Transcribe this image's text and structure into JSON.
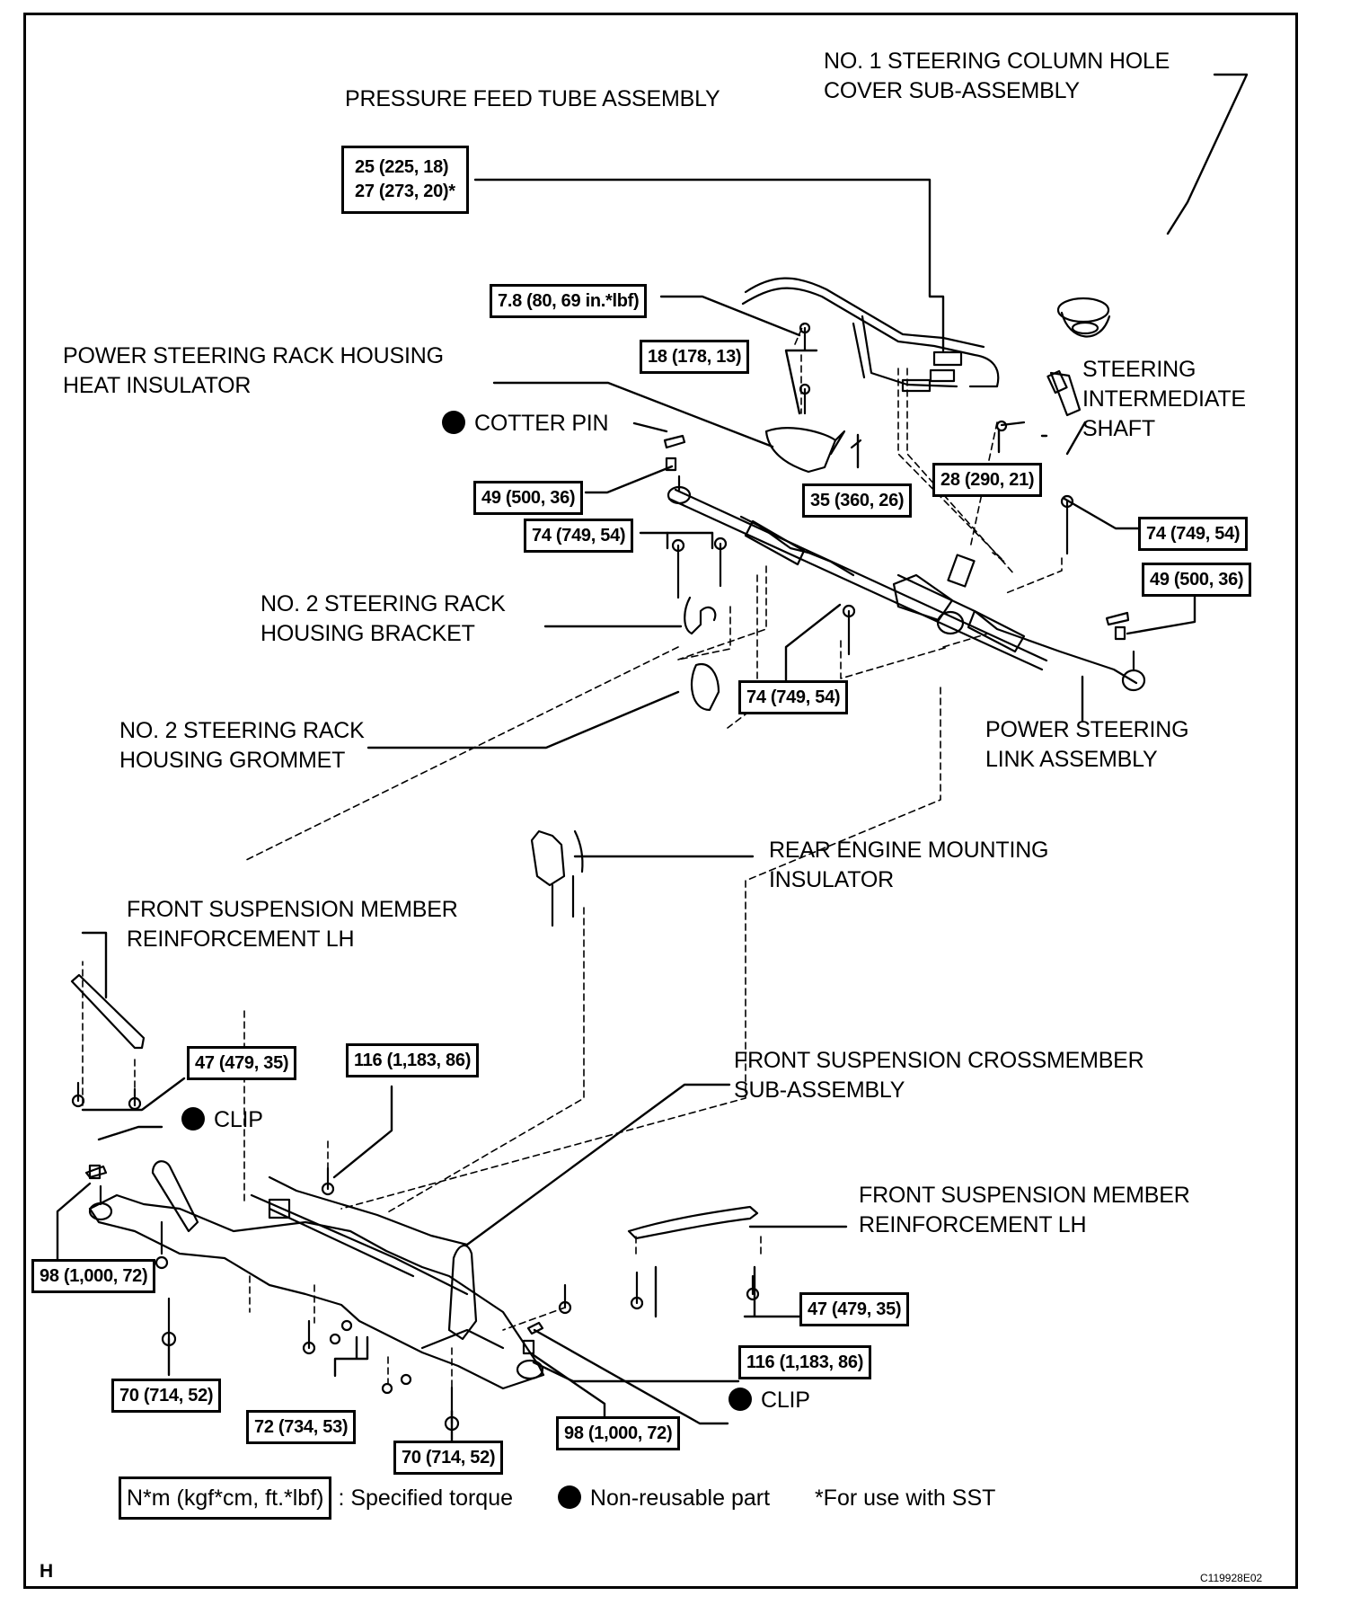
{
  "diagram": {
    "part_labels": {
      "pressure_feed_tube": "PRESSURE FEED TUBE ASSEMBLY",
      "column_hole_cover_1": "NO. 1 STEERING COLUMN HOLE",
      "column_hole_cover_2": "COVER SUB-ASSEMBLY",
      "heat_insulator_1": "POWER STEERING RACK HOUSING",
      "heat_insulator_2": "HEAT INSULATOR",
      "cotter_pin": "COTTER PIN",
      "intermediate_shaft_1": "STEERING",
      "intermediate_shaft_2": "INTERMEDIATE",
      "intermediate_shaft_3": "SHAFT",
      "rack_bracket_1": "NO. 2 STEERING RACK",
      "rack_bracket_2": "HOUSING BRACKET",
      "rack_grommet_1": "NO. 2 STEERING RACK",
      "rack_grommet_2": "HOUSING GROMMET",
      "link_assembly_1": "POWER STEERING",
      "link_assembly_2": "LINK ASSEMBLY",
      "engine_mount_1": "REAR ENGINE MOUNTING",
      "engine_mount_2": "INSULATOR",
      "reinforcement_left_1": "FRONT SUSPENSION MEMBER",
      "reinforcement_left_2": "REINFORCEMENT LH",
      "clip_left": "CLIP",
      "crossmember_1": "FRONT SUSPENSION CROSSMEMBER",
      "crossmember_2": "SUB-ASSEMBLY",
      "reinforcement_right_1": "FRONT SUSPENSION MEMBER",
      "reinforcement_right_2": "REINFORCEMENT LH",
      "clip_right": "CLIP"
    },
    "torque_specs": {
      "feed_tube_a": "25 (225, 18)",
      "feed_tube_b": "27 (273, 20)*",
      "tube_clamp": "7.8 (80, 69 in.*lbf)",
      "insulator_bolt_top": "18 (178, 13)",
      "insulator_bolt_side": "35 (360, 26)",
      "tie_rod_nut_left": "49 (500, 36)",
      "shaft_bolt": "28 (290, 21)",
      "bracket_bolts_left": "74 (749, 54)",
      "rack_bolt_right": "74 (749, 54)",
      "rack_bolt_center": "74 (749, 54)",
      "tie_rod_nut_right": "49 (500, 36)",
      "reinforcement_left_bolts": "47 (479, 35)",
      "crossmember_bolt_left": "116 (1,183, 86)",
      "ball_joint_nut_left": "98 (1,000, 72)",
      "lower_bolt_left": "70 (714, 52)",
      "lower_bolts_center": "72 (734, 53)",
      "lower_bolt_center2": "70 (714, 52)",
      "ball_joint_nut_right": "98 (1,000, 72)",
      "crossmember_bolt_right": "116 (1,183, 86)",
      "reinforcement_right_bolts": "47 (479, 35)"
    }
  },
  "legend": {
    "unit_box": "N*m (kgf*cm, ft.*lbf)",
    "unit_desc": ": Specified torque",
    "non_reusable": "Non-reusable part",
    "sst_note": "*For use with SST"
  },
  "footer": {
    "section_letter": "H",
    "figure_id": "C119928E02"
  }
}
